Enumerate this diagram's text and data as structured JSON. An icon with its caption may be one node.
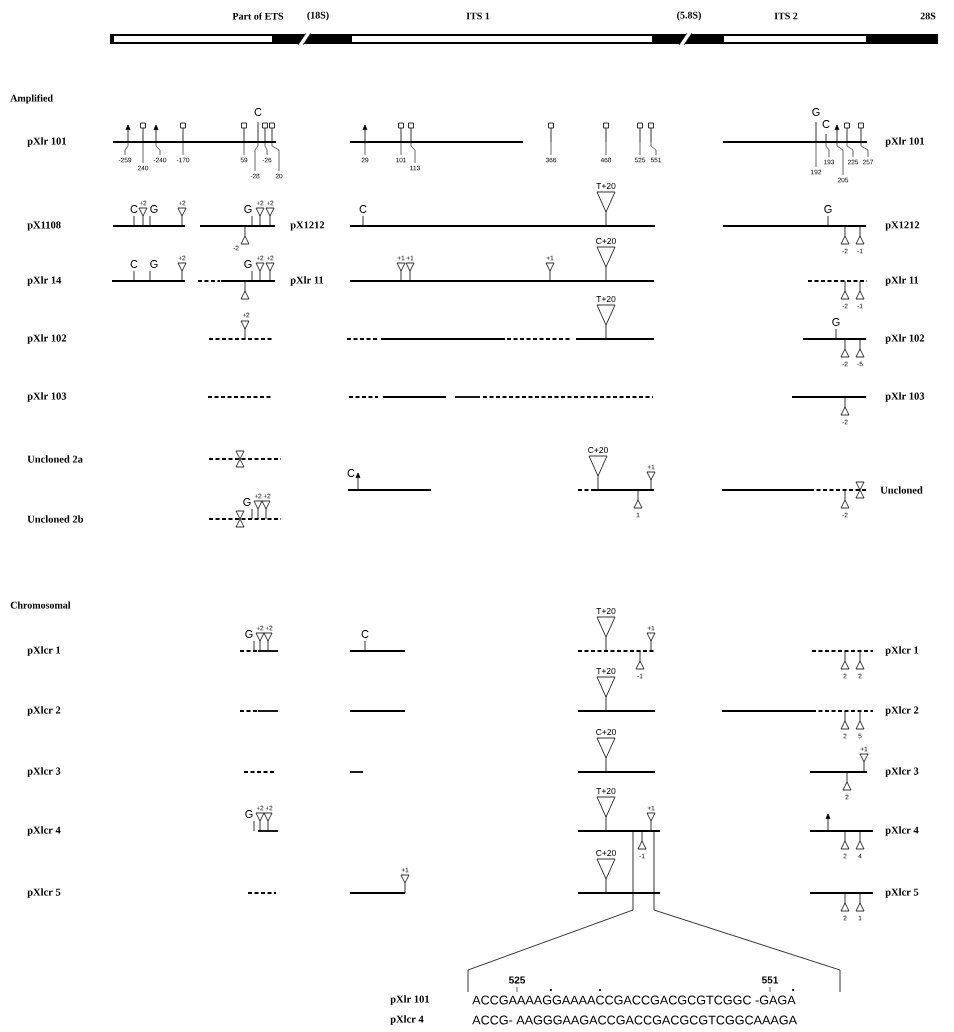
{
  "diagram": {
    "labels": [
      "Part of ETS",
      "(18S)",
      "ITS 1",
      "(5.8S)",
      "ITS 2",
      "28S",
      "Amplified",
      "pXlr 101",
      "-259",
      "240",
      "-240",
      "-170",
      "59",
      "-26",
      "-28",
      "20",
      "C",
      "29",
      "101",
      "113",
      "366",
      "468",
      "525",
      "551",
      "G",
      "C",
      "192",
      "193",
      "205",
      "225",
      "257",
      "pXlr 101",
      "pX1108",
      "C",
      "+2",
      "G",
      "+2",
      "G",
      "+2",
      "+2",
      "pX1212",
      "C",
      "T+20",
      "G",
      "pX1212",
      "-2",
      "-1",
      "-2",
      "pXlr 14",
      "C",
      "G",
      "+2",
      "G",
      "+2",
      "+2",
      "pXlr 11",
      "+1",
      "+1",
      "+1",
      "C+20",
      "pXlr 11",
      "-2",
      "-1",
      "+2",
      "pXlr 102",
      "T+20",
      "G",
      "pXlr 102",
      "-2",
      "-5",
      "pXlr 103",
      "pXlr 103",
      "-2",
      "Uncloned 2a",
      "C",
      "C+20",
      "+1",
      "Uncloned",
      "1",
      "-2",
      "Uncloned 2b",
      "G",
      "+2",
      "+2",
      "Chromosomal",
      "pXlcr 1",
      "G",
      "+2",
      "+2",
      "C",
      "T+20",
      "+1",
      "pXlcr 1",
      "-1",
      "2",
      "2",
      "pXlcr 2",
      "T+20",
      "pXlcr 2",
      "2",
      "5",
      "pXlcr 3",
      "C+20",
      "+1",
      "pXlcr 3",
      "2",
      "G",
      "+2",
      "+2",
      "pXlcr 4",
      "T+20",
      "+1",
      "pXlcr 4",
      "-1",
      "2",
      "4",
      "+1",
      "pXlcr 5",
      "C+20",
      "pXlcr 5",
      "2",
      "1",
      "525",
      "551",
      "pXlr 101",
      "ACCGAAAAGGAAAACCGACCGACGCGTCGGC -GAGA",
      "pXlcr 4",
      "ACCG- AAGGGAAGACCGACCGACGCGTCGGCAAAGA"
    ]
  }
}
